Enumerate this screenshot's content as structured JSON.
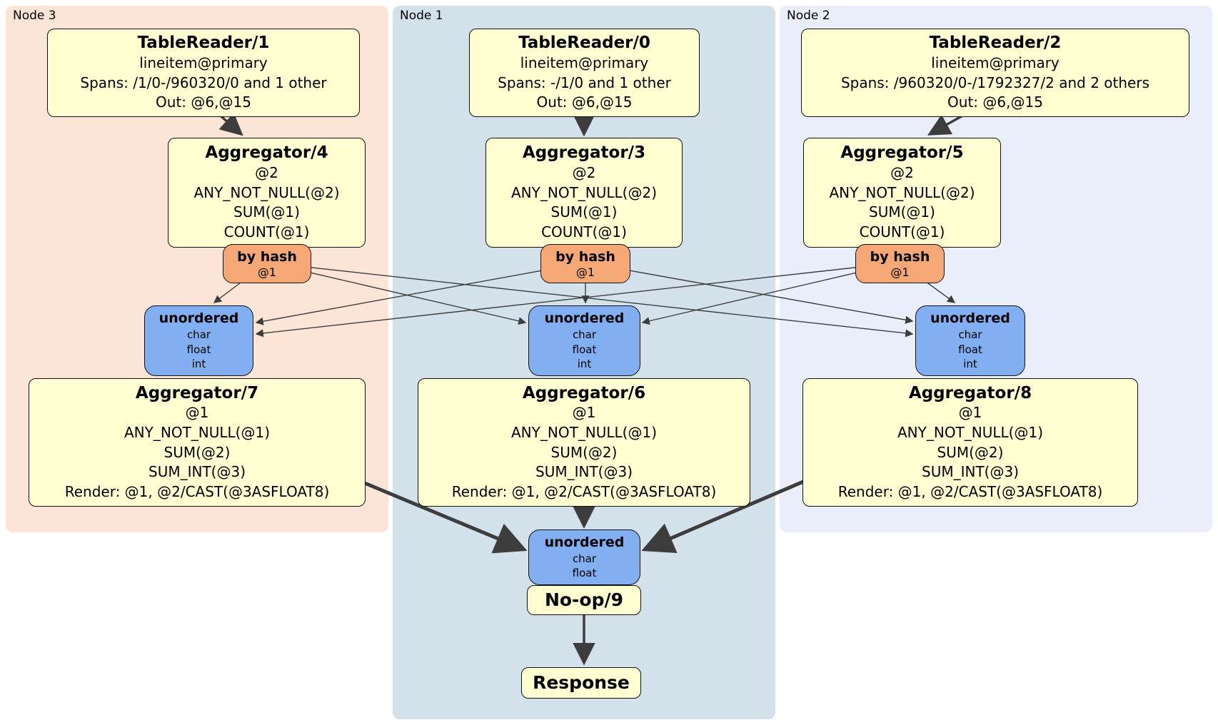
{
  "panels": [
    {
      "label": "Node 3"
    },
    {
      "label": "Node 1"
    },
    {
      "label": "Node 2"
    }
  ],
  "table_readers": [
    {
      "title": "TableReader/1",
      "index": "lineitem@primary",
      "spans": "Spans: /1/0-/960320/0 and 1 other",
      "out": "Out: @6,@15"
    },
    {
      "title": "TableReader/0",
      "index": "lineitem@primary",
      "spans": "Spans: -/1/0 and 1 other",
      "out": "Out: @6,@15"
    },
    {
      "title": "TableReader/2",
      "index": "lineitem@primary",
      "spans": "Spans: /960320/0-/1792327/2 and 2 others",
      "out": "Out: @6,@15"
    }
  ],
  "top_aggregators": [
    {
      "title": "Aggregator/4",
      "group": "@2",
      "fn1": "ANY_NOT_NULL(@2)",
      "fn2": "SUM(@1)",
      "fn3": "COUNT(@1)"
    },
    {
      "title": "Aggregator/3",
      "group": "@2",
      "fn1": "ANY_NOT_NULL(@2)",
      "fn2": "SUM(@1)",
      "fn3": "COUNT(@1)"
    },
    {
      "title": "Aggregator/5",
      "group": "@2",
      "fn1": "ANY_NOT_NULL(@2)",
      "fn2": "SUM(@1)",
      "fn3": "COUNT(@1)"
    }
  ],
  "routers": [
    {
      "title": "by hash",
      "key": "@1"
    },
    {
      "title": "by hash",
      "key": "@1"
    },
    {
      "title": "by hash",
      "key": "@1"
    }
  ],
  "syncs": [
    {
      "title": "unordered",
      "t1": "char",
      "t2": "float",
      "t3": "int"
    },
    {
      "title": "unordered",
      "t1": "char",
      "t2": "float",
      "t3": "int"
    },
    {
      "title": "unordered",
      "t1": "char",
      "t2": "float",
      "t3": "int"
    }
  ],
  "bottom_aggregators": [
    {
      "title": "Aggregator/7",
      "group": "@1",
      "fn1": "ANY_NOT_NULL(@1)",
      "fn2": "SUM(@2)",
      "fn3": "SUM_INT(@3)",
      "render": "Render: @1, @2/CAST(@3ASFLOAT8)"
    },
    {
      "title": "Aggregator/6",
      "group": "@1",
      "fn1": "ANY_NOT_NULL(@1)",
      "fn2": "SUM(@2)",
      "fn3": "SUM_INT(@3)",
      "render": "Render: @1, @2/CAST(@3ASFLOAT8)"
    },
    {
      "title": "Aggregator/8",
      "group": "@1",
      "fn1": "ANY_NOT_NULL(@1)",
      "fn2": "SUM(@2)",
      "fn3": "SUM_INT(@3)",
      "render": "Render: @1, @2/CAST(@3ASFLOAT8)"
    }
  ],
  "final_sync": {
    "title": "unordered",
    "t1": "char",
    "t2": "float"
  },
  "noop": {
    "title": "No-op/9"
  },
  "response": {
    "title": "Response"
  },
  "colors": {
    "node3_bg": "#fce4d6",
    "node1_bg": "#d3e1ea",
    "node2_bg": "#e9eefa",
    "operator_bg": "#ffffd2",
    "router_bg": "#f5a876",
    "sync_bg": "#82aef2",
    "edge": "#3d3d3d"
  }
}
